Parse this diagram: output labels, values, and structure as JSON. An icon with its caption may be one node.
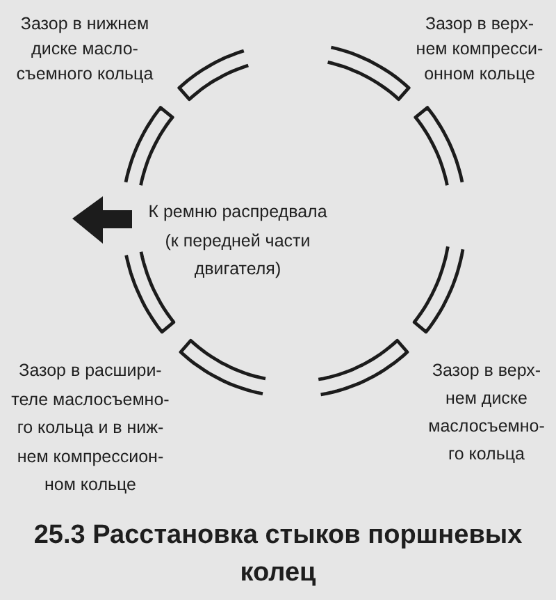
{
  "diagram": {
    "caption": "25.3 Расстановка стыков поршневых колец",
    "labels": [
      "Зазор в нижнем диске масло-съемного кольца",
      "Зазор в верх-нем компресси-онном кольце",
      "К ремню распредвала (к передней части двигателя)",
      "Зазор в расшири-теле маслосъемно-го кольца и в ниж-нем компрессион-ном кольце",
      "Зазор в верх-нем диске маслосъемно-го кольца"
    ]
  }
}
